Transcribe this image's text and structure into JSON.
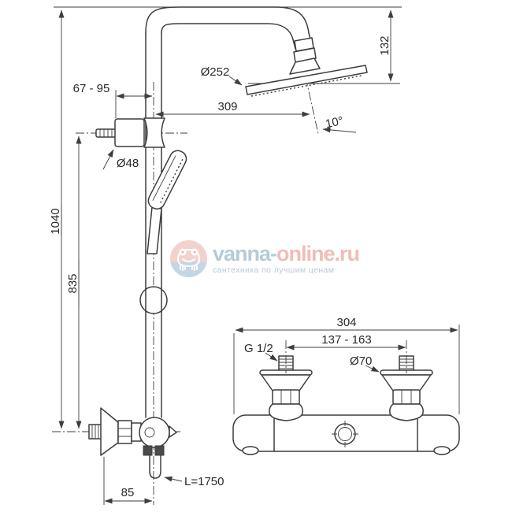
{
  "watermark": {
    "brand_blue_part": "vanna-",
    "brand_pink_part": "online.ru",
    "tagline": "сантехника по лучшим ценам",
    "colors": {
      "brand_blue": "#a9c2d3",
      "brand_pink": "#eeb2aa",
      "logo_top": "#f2cbc5",
      "logo_bottom": "#b9cfdf"
    }
  },
  "drawing": {
    "ink_color": "#3d3d3d",
    "shower_column": {
      "overall_height": "1040",
      "rail_height": "835",
      "wall_clearance": "67 - 95",
      "bracket_diameter": "Ø48",
      "head_diameter": "Ø252",
      "arm_projection": "309",
      "head_drop": "132",
      "head_tilt": "10°",
      "outlet_offset": "85",
      "hose_length": "L=1750"
    },
    "mixer": {
      "overall_width": "304",
      "connection_centers": "137 - 163",
      "thread_size": "G 1/2",
      "flange_diameter": "Ø70"
    }
  }
}
